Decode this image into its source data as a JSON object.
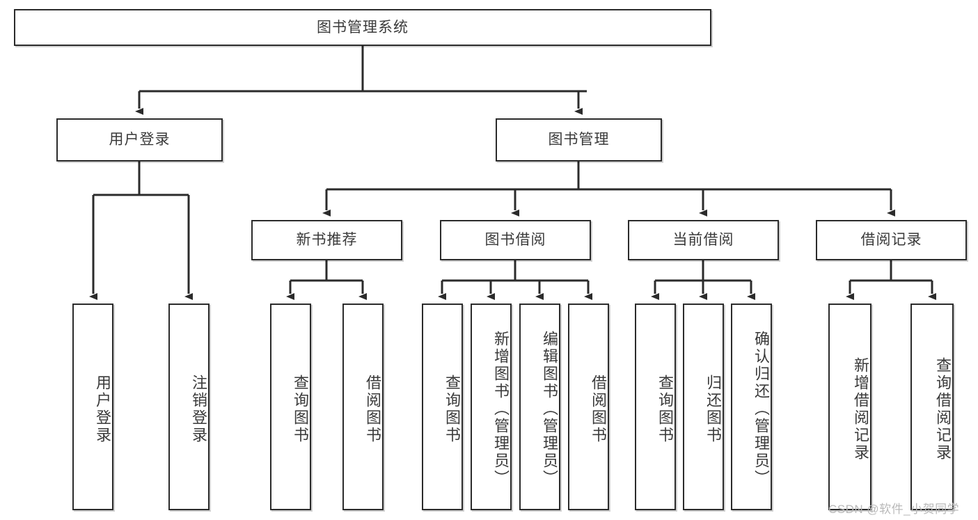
{
  "diagram": {
    "type": "hierarchy-tree",
    "title": "图书管理系统",
    "watermark": "CSDN @软件_小贺同学",
    "colors": {
      "box_border": "#2b2b2b",
      "box_fill": "#ffffff",
      "edge": "#2b2b2b",
      "text": "#3a3a3a",
      "watermark": "#b9b9b9",
      "background": "#ffffff"
    },
    "nodes": {
      "root": {
        "label": "图书管理系统"
      },
      "level2": [
        {
          "id": "user-login",
          "label": "用户登录"
        },
        {
          "id": "book-manage",
          "label": "图书管理"
        }
      ],
      "level3": [
        {
          "id": "new-book-recommend",
          "label": "新书推荐"
        },
        {
          "id": "book-borrow",
          "label": "图书借阅"
        },
        {
          "id": "current-borrow",
          "label": "当前借阅"
        },
        {
          "id": "borrow-record",
          "label": "借阅记录"
        }
      ],
      "leaves": [
        {
          "id": "leaf-user-login",
          "label": "用户登录",
          "parent": "user-login"
        },
        {
          "id": "leaf-logout",
          "label": "注销登录",
          "parent": "user-login"
        },
        {
          "id": "leaf-query-book-1",
          "label": "查询图书",
          "parent": "new-book-recommend"
        },
        {
          "id": "leaf-borrow-book-1",
          "label": "借阅图书",
          "parent": "new-book-recommend"
        },
        {
          "id": "leaf-query-book-2",
          "label": "查询图书",
          "parent": "book-borrow"
        },
        {
          "id": "leaf-add-book",
          "label": "新增图书（管理员）",
          "parent": "book-borrow"
        },
        {
          "id": "leaf-edit-book",
          "label": "编辑图书（管理员）",
          "parent": "book-borrow"
        },
        {
          "id": "leaf-borrow-book-2",
          "label": "借阅图书",
          "parent": "book-borrow"
        },
        {
          "id": "leaf-query-book-3",
          "label": "查询图书",
          "parent": "current-borrow"
        },
        {
          "id": "leaf-return-book",
          "label": "归还图书",
          "parent": "current-borrow"
        },
        {
          "id": "leaf-confirm-return",
          "label": "确认归还（管理员）",
          "parent": "current-borrow"
        },
        {
          "id": "leaf-add-record",
          "label": "新增借阅记录",
          "parent": "borrow-record"
        },
        {
          "id": "leaf-query-record",
          "label": "查询借阅记录",
          "parent": "borrow-record"
        }
      ]
    }
  }
}
